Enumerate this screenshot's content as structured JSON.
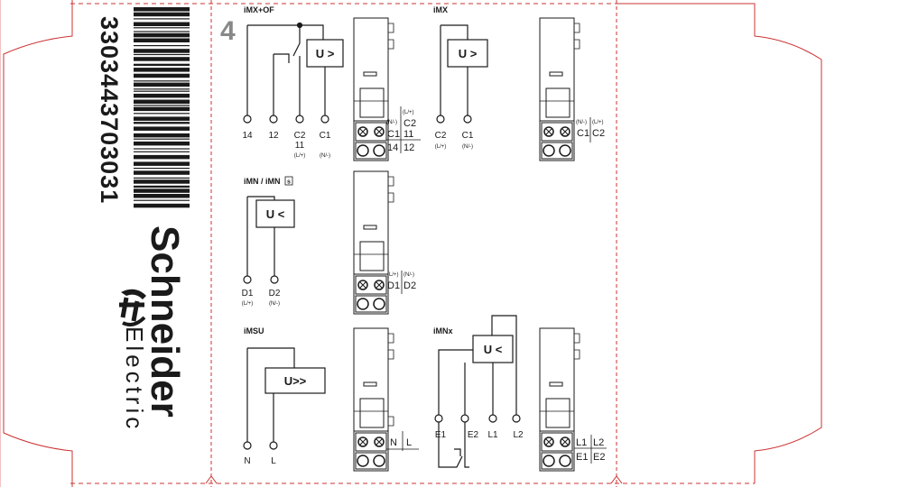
{
  "barcode_number": "3303443703031",
  "brand": {
    "name": "Schneider",
    "sub": "Electric"
  },
  "step_number": "4",
  "colors": {
    "die_line": "#cc3333",
    "ink": "#1a1a1a"
  },
  "modules": {
    "imx_of": {
      "title": "iMX+OF",
      "coil": "U >",
      "terminals": [
        "14",
        "12",
        "C2",
        "C1"
      ],
      "c2_sub": "11",
      "c2_pol": "(L/+)",
      "c1_pol": "(N/-)",
      "side": {
        "pol_top_right": "(L/+)",
        "pol_mid_left": "(N/-)",
        "top_right": "C2",
        "mid_left": "C1",
        "mid_right": "11",
        "bot_left": "14",
        "bot_right": "12"
      }
    },
    "imx": {
      "title": "iMX",
      "coil": "U >",
      "terminals": [
        "C2",
        "C1"
      ],
      "c2_pol": "(L/+)",
      "c1_pol": "(N/-)",
      "side": {
        "pol_left": "(N/-)",
        "pol_right": "(L/+)",
        "left": "C1",
        "right": "C2"
      }
    },
    "imn": {
      "title": "iMN / iMN",
      "title_badge": "s",
      "coil": "U <",
      "terminals": [
        "D1",
        "D2"
      ],
      "d1_pol": "(L/+)",
      "d2_pol": "(N/-)",
      "side": {
        "pol_left": "(L/+)",
        "pol_right": "(N/-)",
        "left": "D1",
        "right": "D2"
      }
    },
    "imsu": {
      "title": "iMSU",
      "coil": "U>>",
      "terminals": [
        "N",
        "L"
      ],
      "side": {
        "left": "N",
        "right": "L"
      }
    },
    "imnx": {
      "title": "iMNx",
      "coil": "U <",
      "terminals": [
        "E1",
        "E2",
        "L1",
        "L2"
      ],
      "side": {
        "top_left": "L1",
        "top_right": "L2",
        "bot_left": "E1",
        "bot_right": "E2"
      }
    }
  }
}
